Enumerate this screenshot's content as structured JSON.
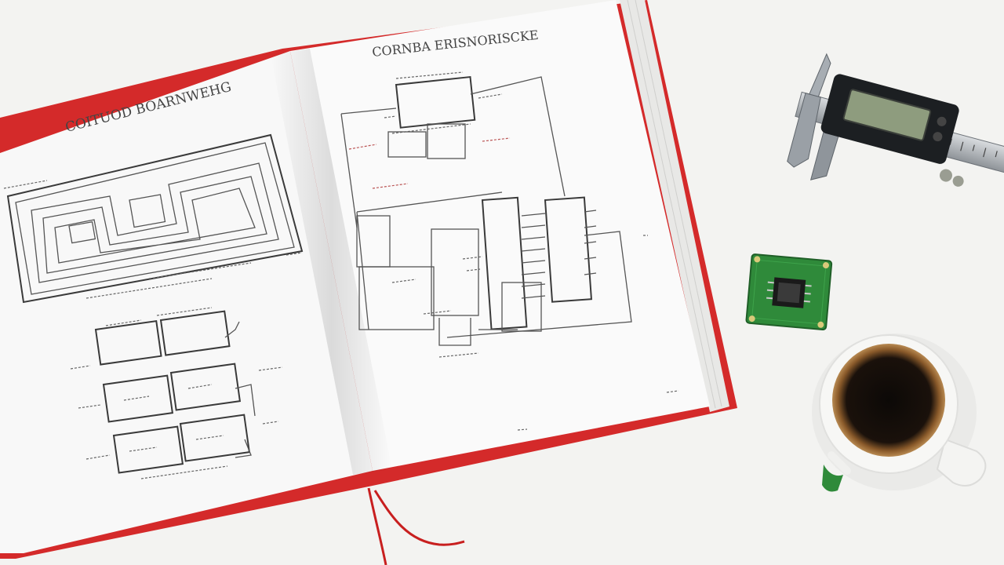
{
  "scene": {
    "background_color": "#f3f3f1",
    "book_cover_color": "#d42a2a",
    "page_color": "#f8f8f8",
    "pcb_color": "#2f8a3a"
  },
  "book": {
    "left_page_heading": "COITUOD BOARNWEHG",
    "right_page_heading": "CORNBA ERISNORISCKE"
  },
  "objects": [
    "open-book",
    "caliper",
    "circuit-board",
    "coffee-cup"
  ]
}
